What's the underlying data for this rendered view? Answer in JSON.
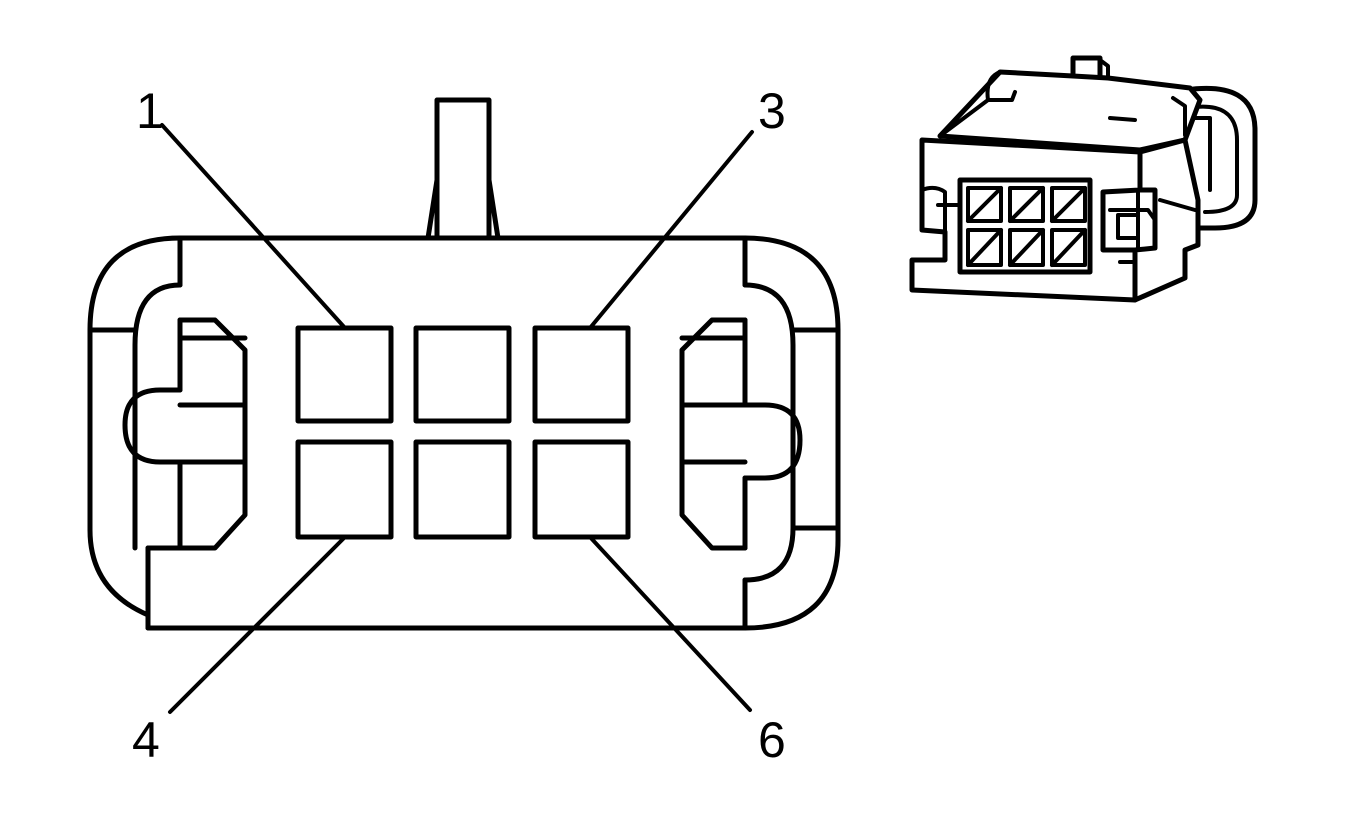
{
  "pin_labels": {
    "pin1": "1",
    "pin3": "3",
    "pin4": "4",
    "pin6": "6"
  },
  "colors": {
    "line": "#000000",
    "background": "#ffffff"
  }
}
